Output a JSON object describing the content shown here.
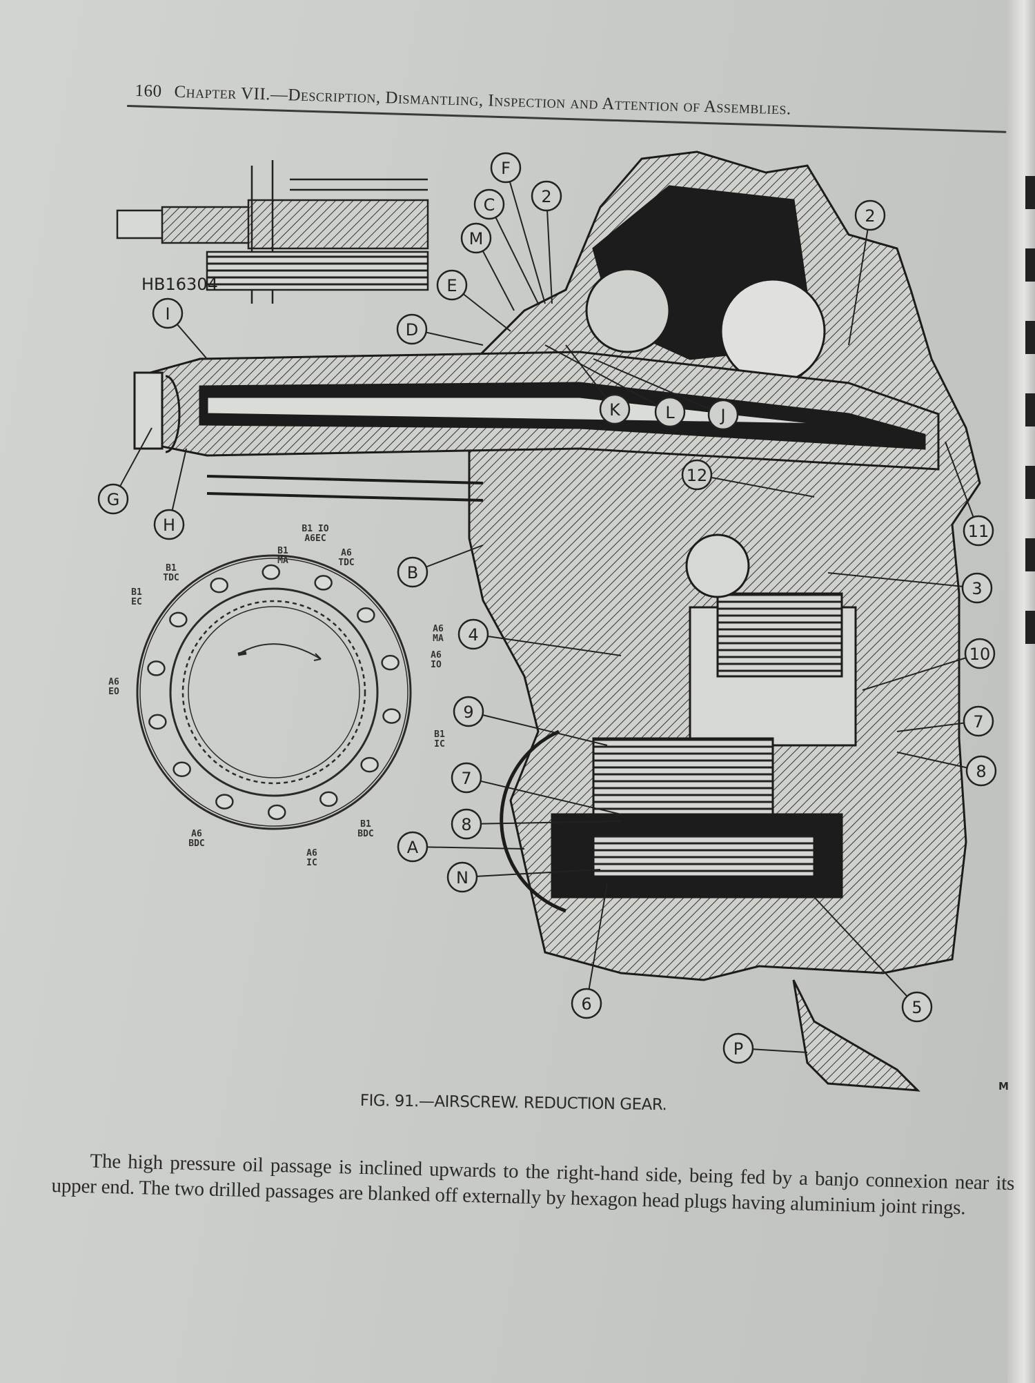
{
  "header": {
    "page_number": "160",
    "title": "Chapter VII.—Description, Dismantling, Inspection and Attention of Assemblies."
  },
  "figure": {
    "inset_label": "HB16304",
    "callouts": [
      "F",
      "2",
      "C",
      "M",
      "E",
      "D",
      "I",
      "K",
      "L",
      "J",
      "G",
      "H",
      "12",
      "11",
      "B",
      "3",
      "4",
      "10",
      "9",
      "7",
      "8",
      "7",
      "8",
      "A",
      "N",
      "6",
      "5",
      "P",
      "2"
    ],
    "ring_labels": [
      {
        "l1": "B1 IO",
        "l2": "A6EC"
      },
      {
        "l1": "B1",
        "l2": "MA"
      },
      {
        "l1": "A6",
        "l2": "TDC"
      },
      {
        "l1": "B1",
        "l2": "TDC"
      },
      {
        "l1": "B1",
        "l2": "EC"
      },
      {
        "l1": "A6",
        "l2": "EO"
      },
      {
        "l1": "A6",
        "l2": "MA"
      },
      {
        "l1": "A6",
        "l2": "IO"
      },
      {
        "l1": "B1",
        "l2": "IC"
      },
      {
        "l1": "B1",
        "l2": "BDC"
      },
      {
        "l1": "A6",
        "l2": "IC"
      },
      {
        "l1": "A6",
        "l2": "BDC"
      }
    ],
    "caption": "FIG. 91.—AIRSCREW. REDUCTION GEAR.",
    "corner_mark": "M"
  },
  "body": {
    "paragraph": "The high pressure oil passage is inclined upwards to the right-hand side, being fed by a banjo connexion near its upper end. The two drilled passages are blanked off externally by hexagon head plugs having aluminium joint rings."
  }
}
